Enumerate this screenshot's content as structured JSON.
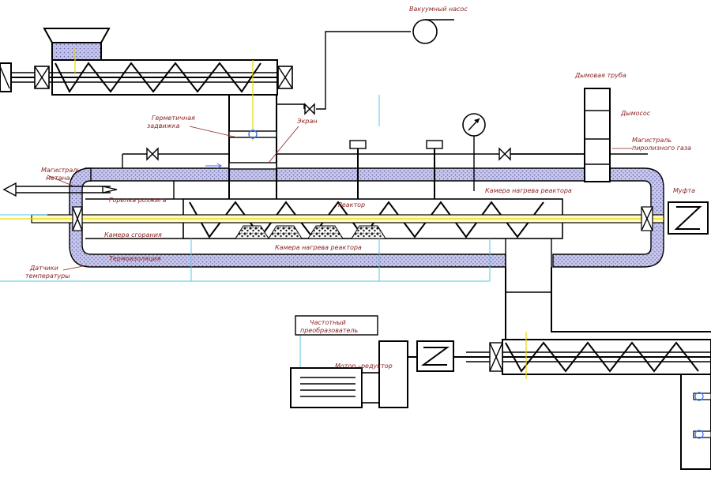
{
  "labels": {
    "vacuum_pump": "Вакуумный насос",
    "chimney": "Дымовая труба",
    "exhaust_fan": "Дымосос",
    "pyrolysis_gas_main_1": "Магистраль",
    "pyrolysis_gas_main_2": "пиролизного газа",
    "sealed_valve_1": "Герметичная",
    "sealed_valve_2": "задвижка",
    "screen": "Экран",
    "methane_main_1": "Магистраль",
    "methane_main_2": "метана",
    "ignition_burner": "Горелка розжига",
    "reactor": "Реактор",
    "reactor_heating_chamber_top": "Камера нагрева реактора",
    "coupling": "Муфта",
    "combustion_chamber": "Камера сгорания",
    "reactor_heating_chamber_bottom": "Камера нагрева реактора",
    "thermal_insulation": "Термоизоляция",
    "temp_sensors_1": "Датчики",
    "temp_sensors_2": "температуры",
    "frequency_converter_1": "Частотный",
    "frequency_converter_2": "преобразователь",
    "motor_reducer": "Мотор –редуктор"
  },
  "colors": {
    "line": "#000000",
    "label_text": "#8a1f1f",
    "sensor_lines": "#56c8e8",
    "axis_lines": "#e6d800",
    "insulation_fill": "#c8c8ee",
    "feedstock": "#1a1a1a"
  }
}
